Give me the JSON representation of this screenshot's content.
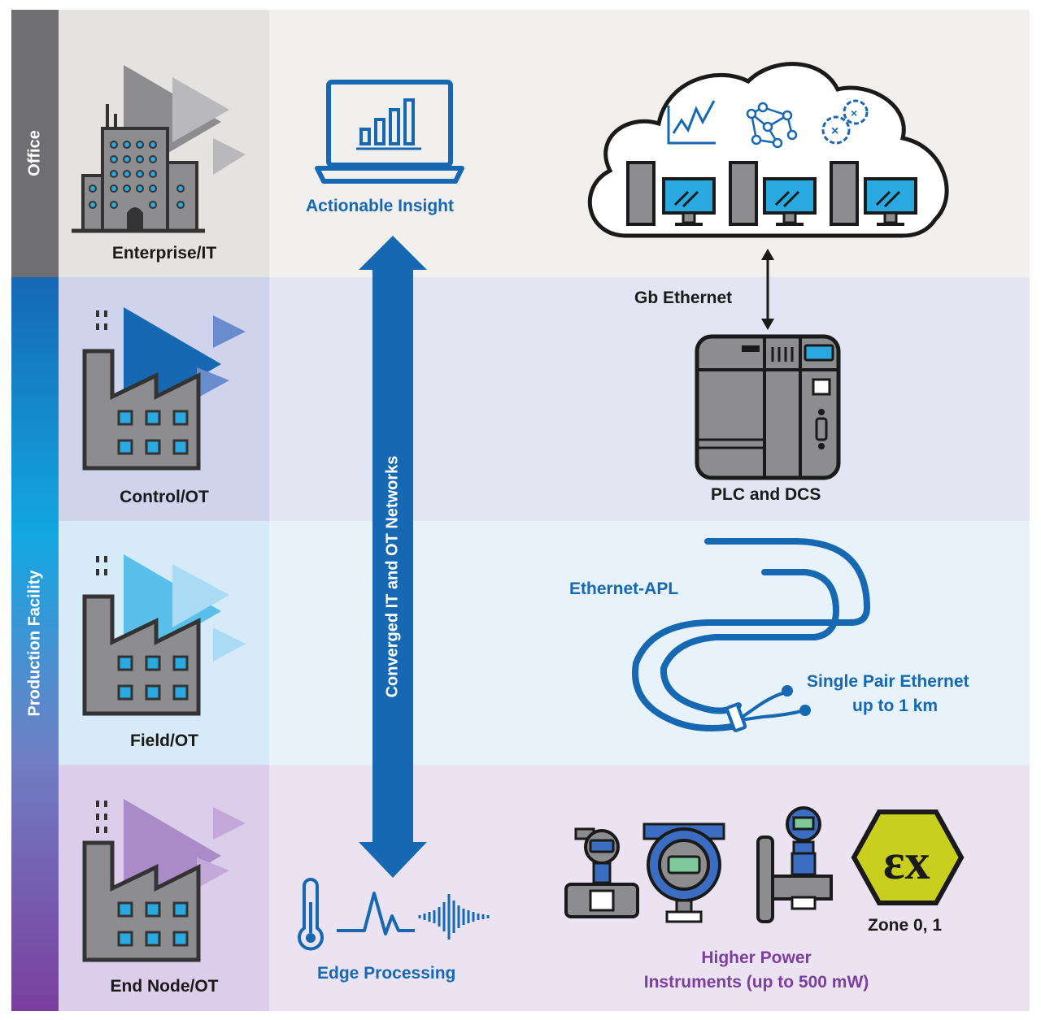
{
  "side": {
    "office": "Office",
    "production": "Production Facility"
  },
  "tiers": {
    "enterprise": "Enterprise/IT",
    "control": "Control/OT",
    "field": "Field/OT",
    "endnode": "End Node/OT"
  },
  "middle": {
    "actionable": "Actionable Insight",
    "converged": "Converged IT and OT Networks",
    "edge": "Edge Processing"
  },
  "right": {
    "gb_ethernet": "Gb Ethernet",
    "plc": "PLC and DCS",
    "apl": "Ethernet-APL",
    "spe_line1": "Single Pair Ethernet",
    "spe_line2": "up to 1 km",
    "zone": "Zone 0, 1",
    "power_line1": "Higher Power",
    "power_line2": "Instruments (up to 500 mW)",
    "ex_mark": "εx"
  },
  "colors": {
    "office_bar": "#6f6e70",
    "accent_blue": "#1668b3",
    "purple": "#7b3f9e"
  }
}
